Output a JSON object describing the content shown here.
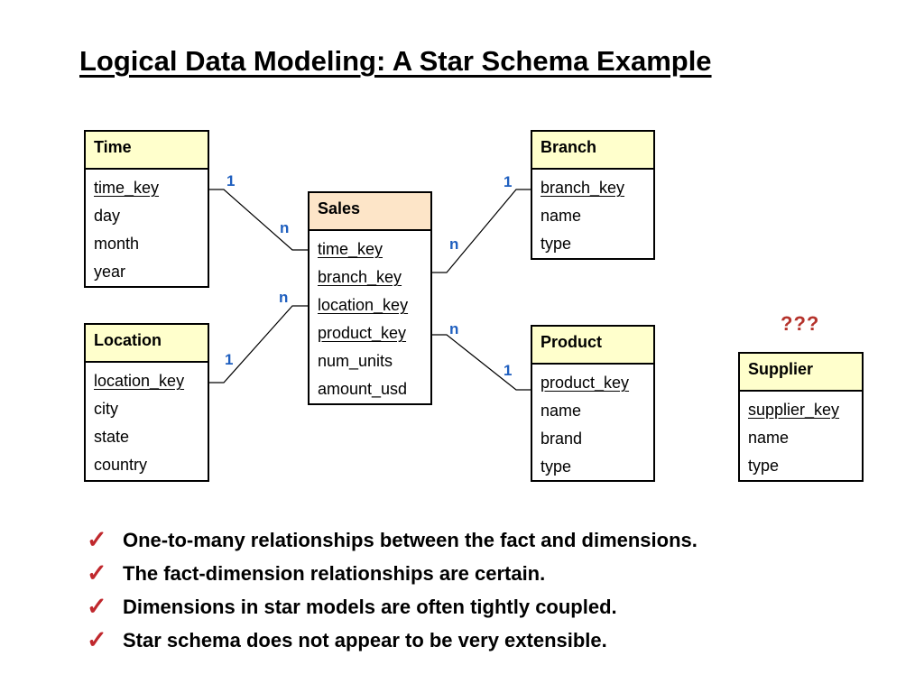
{
  "title": "Logical Data Modeling:  A Star Schema Example",
  "entities": {
    "time": {
      "name": "Time",
      "fields": [
        "time_key",
        "day",
        "month",
        "year"
      ]
    },
    "location": {
      "name": "Location",
      "fields": [
        "location_key",
        "city",
        "state",
        "country"
      ]
    },
    "sales": {
      "name": "Sales",
      "fields": [
        "time_key",
        "branch_key",
        "location_key",
        "product_key",
        "num_units",
        "amount_usd"
      ]
    },
    "branch": {
      "name": "Branch",
      "fields": [
        "branch_key",
        "name",
        "type"
      ]
    },
    "product": {
      "name": "Product",
      "fields": [
        "product_key",
        "name",
        "brand",
        "type"
      ]
    },
    "supplier": {
      "name": "Supplier",
      "fields": [
        "supplier_key",
        "name",
        "type"
      ]
    }
  },
  "cardinality": {
    "one": "1",
    "many": "n"
  },
  "question_marks": "???",
  "bullets": [
    "One-to-many relationships between the fact and dimensions.",
    "The fact-dimension relationships are certain.",
    "Dimensions in star models are often tightly coupled.",
    "Star schema does not appear to be very extensible."
  ],
  "check_symbol": "✓",
  "colors": {
    "dimension_header": "#ffffcc",
    "fact_header": "#fde5c8",
    "cardinality": "#1f5fbf",
    "question_marks": "#b5332c",
    "check": "#c0282d"
  }
}
